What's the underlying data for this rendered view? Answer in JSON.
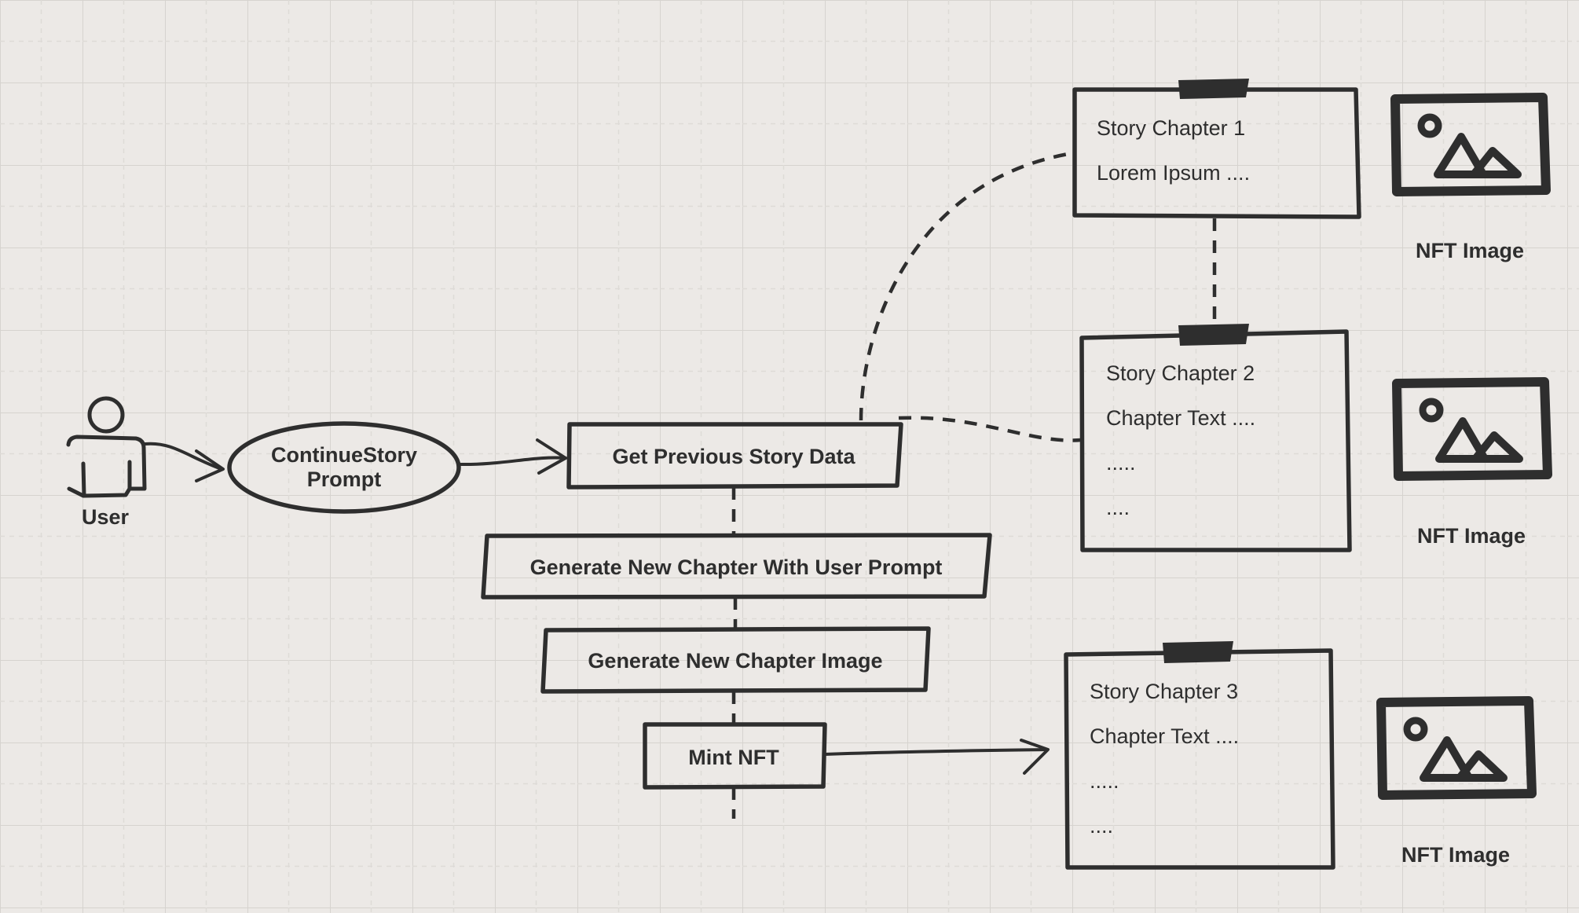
{
  "actor": {
    "label": "User"
  },
  "prompt_node": {
    "line1": "ContinueStory",
    "line2": "Prompt"
  },
  "steps": [
    {
      "label": "Get Previous Story Data"
    },
    {
      "label": "Generate New Chapter With User Prompt"
    },
    {
      "label": "Generate New Chapter Image"
    },
    {
      "label": "Mint NFT"
    }
  ],
  "chapters": [
    {
      "title": "Story Chapter 1",
      "lines": [
        "Lorem Ipsum ...."
      ]
    },
    {
      "title": "Story Chapter 2",
      "lines": [
        "Chapter Text ....",
        ".....",
        "...."
      ]
    },
    {
      "title": "Story Chapter 3",
      "lines": [
        "Chapter Text ....",
        ".....",
        "...."
      ]
    }
  ],
  "nft_images": [
    {
      "caption": "NFT Image",
      "icon": "image-icon"
    },
    {
      "caption": "NFT Image",
      "icon": "image-icon"
    },
    {
      "caption": "NFT Image",
      "icon": "image-icon"
    }
  ],
  "colors": {
    "background": "#ece9e6",
    "ink": "#2e2e2e",
    "grid": "#d9d6d2"
  }
}
